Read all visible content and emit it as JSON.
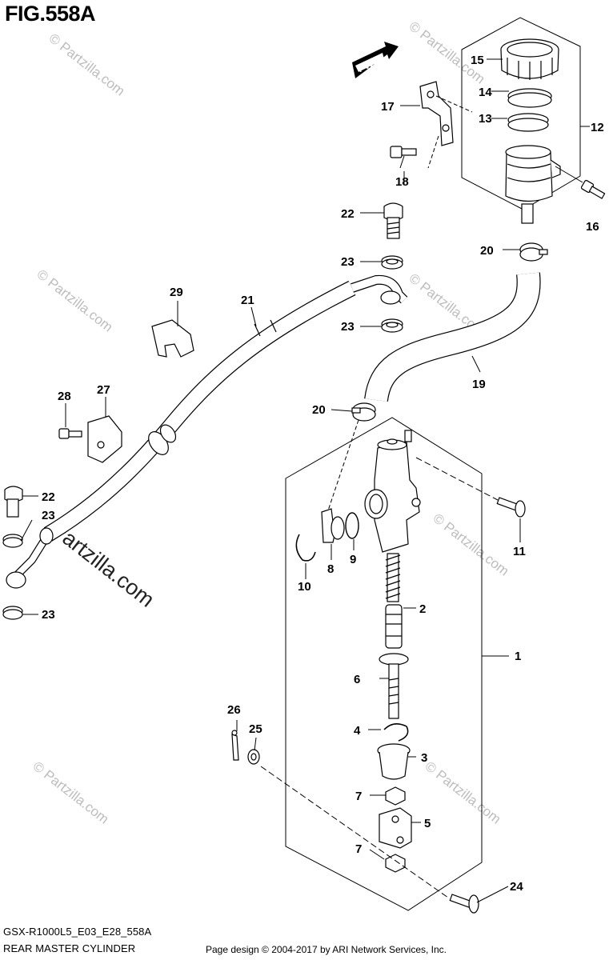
{
  "figure": {
    "title": "FIG.558A",
    "code": "GSX-R1000L5_E03_E28_558A",
    "name": "REAR MASTER CYLINDER",
    "copyright": "Page design © 2004-2017 by ARI Network Services, Inc."
  },
  "badge": {
    "fwd": "FWD"
  },
  "watermark": {
    "text": "© Partzilla.com",
    "large_text": "Partzilla.com"
  },
  "callouts": {
    "c1": "1",
    "c2": "2",
    "c3": "3",
    "c4": "4",
    "c5": "5",
    "c6": "6",
    "c7a": "7",
    "c7b": "7",
    "c8": "8",
    "c9": "9",
    "c10": "10",
    "c11": "11",
    "c12": "12",
    "c13": "13",
    "c14": "14",
    "c15": "15",
    "c16": "16",
    "c17": "17",
    "c18": "18",
    "c19": "19",
    "c20a": "20",
    "c20b": "20",
    "c21": "21",
    "c22a": "22",
    "c22b": "22",
    "c23a": "23",
    "c23b": "23",
    "c23c": "23",
    "c23d": "23",
    "c24": "24",
    "c25": "25",
    "c26": "26",
    "c27": "27",
    "c28": "28",
    "c29": "29"
  },
  "colors": {
    "line": "#000000",
    "watermark": "#bdbdbd",
    "background": "#ffffff"
  }
}
